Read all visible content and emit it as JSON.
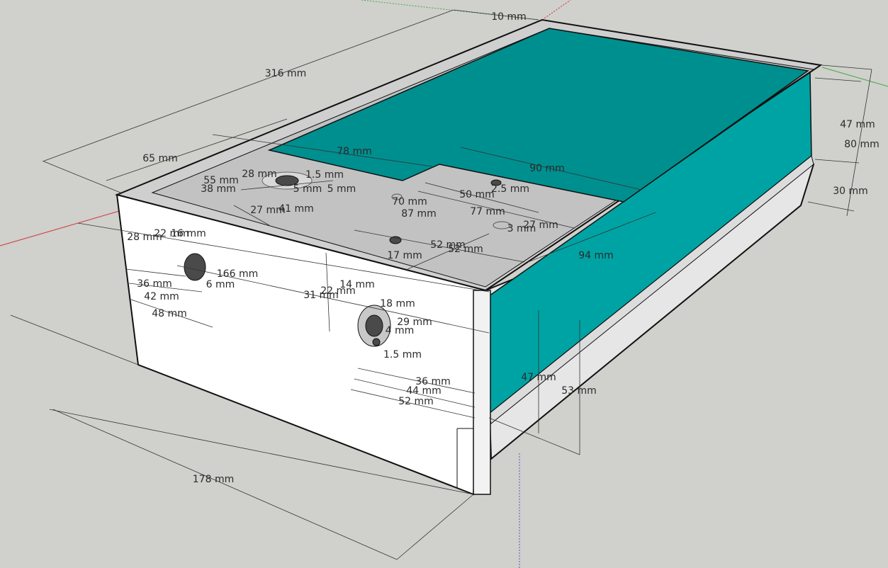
{
  "model": {
    "colors": {
      "background": "#d0d0cc",
      "edge": "#111111",
      "front_face": "#ffffff",
      "side_face": "#e6e6e6",
      "top_plate": "#c2c2c2",
      "rim": "#cfcfcf",
      "glass_top": "#008f8f",
      "glass_side": "#00a3a3",
      "hole": "#4a4a4a",
      "dimension_line": "#333333"
    },
    "dimensions": [
      "10 mm",
      "316 mm",
      "65 mm",
      "78 mm",
      "90 mm",
      "28 mm",
      "1.5 mm",
      "55 mm",
      "38 mm",
      "5 mm",
      "5 mm",
      "2.5 mm",
      "50 mm",
      "70 mm",
      "87 mm",
      "77 mm",
      "41 mm",
      "27 mm",
      "27 mm",
      "3 mm",
      "52 mm",
      "52 mm",
      "17 mm",
      "94 mm",
      "47 mm",
      "80 mm",
      "30 mm",
      "28 mm",
      "22 mm",
      "16 mm",
      "36 mm",
      "42 mm",
      "48 mm",
      "166 mm",
      "6 mm",
      "31 mm",
      "22 mm",
      "14 mm",
      "18 mm",
      "29 mm",
      "4 mm",
      "1.5 mm",
      "36 mm",
      "44 mm",
      "52 mm",
      "47 mm",
      "53 mm",
      "178 mm"
    ]
  }
}
